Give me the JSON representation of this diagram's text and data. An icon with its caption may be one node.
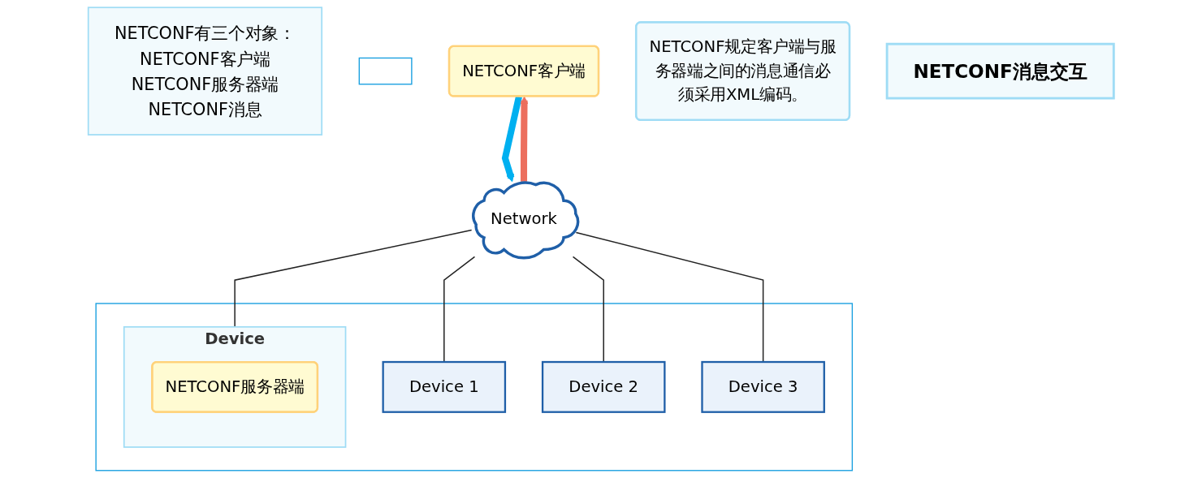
{
  "diagram": {
    "nodes": [
      {
        "text": [
          "NETCONF有三个对象：",
          "NETCONF客户端",
          "NETCONF服务器端",
          "NETCONF消息"
        ]
      },
      {
        "text": [],
        "shape": "box"
      },
      {
        "text": [
          "NETCONF客户端"
        ]
      },
      {
        "text": [
          "NETCONF规定客户端与服务器端之间的消息通信必须采用XML编码。"
        ]
      },
      {
        "text": [
          "NETCONF消息交互"
        ]
      },
      {
        "text": [
          "Network"
        ]
      },
      {
        "text": [],
        "shape": "box"
      },
      {
        "text": [
          "Device"
        ],
        "in": 6
      },
      {
        "text": [
          "NETCONF服务器端"
        ],
        "in": 7
      },
      {
        "text": [
          "Device 1"
        ],
        "in": 6
      },
      {
        "text": [
          "Device 2"
        ],
        "in": 6
      },
      {
        "text": [
          "Device 3"
        ],
        "in": 6
      }
    ],
    "edges": [
      {
        "from": 2,
        "to": 5,
        "arrow": "to",
        "style": "thick",
        "color": "#00b0f0"
      },
      {
        "from": 5,
        "to": 2,
        "arrow": "to",
        "style": "thick",
        "color": "#ec6f5e"
      },
      {
        "from": 5,
        "to": 7,
        "arrow": "none"
      },
      {
        "from": 5,
        "to": 9,
        "arrow": "none"
      },
      {
        "from": 5,
        "to": 10,
        "arrow": "none"
      },
      {
        "from": 5,
        "to": 11,
        "arrow": "none"
      }
    ]
  }
}
